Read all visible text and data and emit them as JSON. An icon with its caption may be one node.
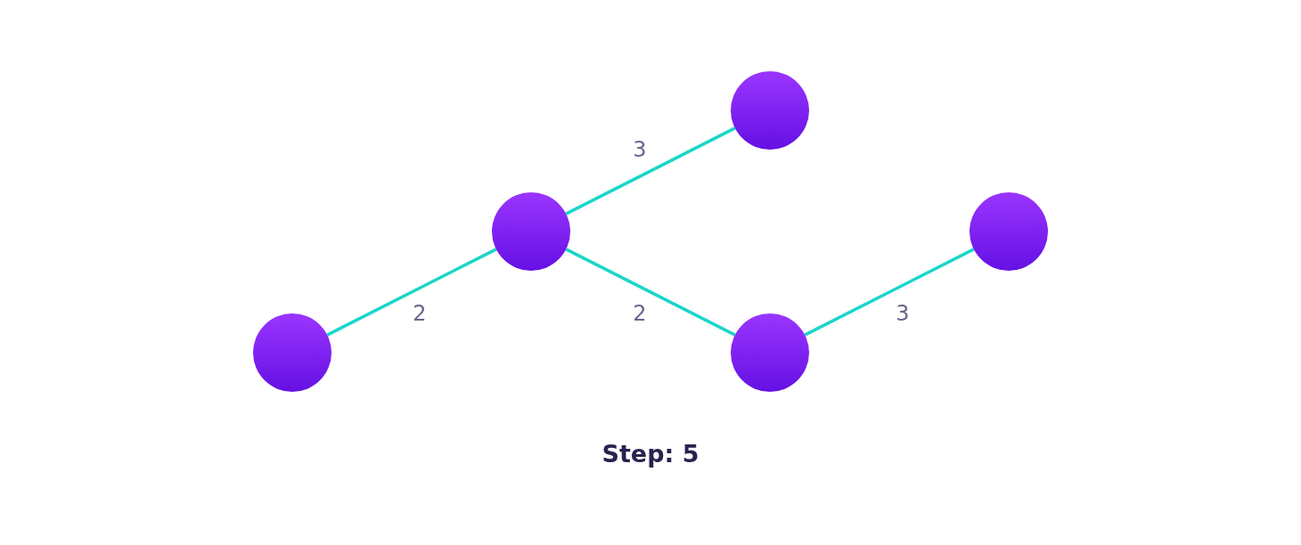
{
  "diagram": {
    "nodes": [
      {
        "text": [],
        "shape": "circle"
      },
      {
        "text": [],
        "shape": "circle"
      },
      {
        "text": [],
        "shape": "circle"
      },
      {
        "text": [],
        "shape": "circle"
      },
      {
        "text": [],
        "shape": "circle"
      }
    ],
    "edges": [
      {
        "from": 0,
        "to": 1,
        "arrow": "none",
        "label": "2"
      },
      {
        "from": 1,
        "to": 2,
        "arrow": "none",
        "label": "3"
      },
      {
        "from": 1,
        "to": 3,
        "arrow": "none",
        "label": "2"
      },
      {
        "from": 3,
        "to": 4,
        "arrow": "none",
        "label": "3"
      }
    ],
    "labels": [
      "Step: 5"
    ]
  }
}
